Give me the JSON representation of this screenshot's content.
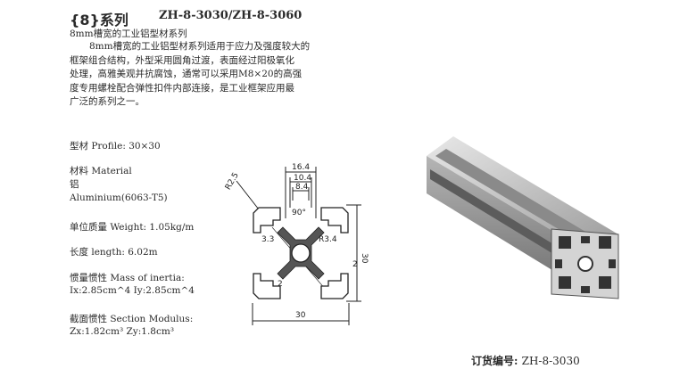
{
  "header": {
    "series_no": "{8}系列",
    "models": "ZH-8-3030/ZH-8-3060",
    "subtitle": "8mm槽宽的工业铝型材系列"
  },
  "description": [
    "8mm槽宽的工业铝型材系列适用于应力及强度较大的",
    "框架组合结构，外型采用圆角过渡，表面经过阳极氧化",
    "处理，高雅美观并抗腐蚀，通常可以采用M8×20的高强",
    "度专用螺栓配合弹性扣件内部连接，是工业框架应用最",
    "广泛的系列之一。"
  ],
  "specs": {
    "profile": "型材 Profile: 30×30",
    "material_label": "材料 Material",
    "material_cn": "铝",
    "material_en": "Aluminium(6063-T5)",
    "weight": "单位质量  Weight: 1.05kg/m",
    "length": "长度  length: 6.02m",
    "inertia_label": "惯量惯性 Mass of inertia:",
    "inertia_values": "Ix:2.85cm^4    Iy:2.85cm^4",
    "modulus_label": "截面惯性 Section Modulus:",
    "modulus_values": "Zx:1.82cm³      Zy:1.8cm³"
  },
  "dimensions": {
    "d_16_4": "16.4",
    "d_10_4": "10.4",
    "d_8_4": "8.4",
    "r2_5": "R2.5",
    "angle": "90°",
    "d_3_3": "3.3",
    "r3_4": "R3.4",
    "d_2a": "2",
    "d_2b": "2",
    "d_30_w": "30",
    "d_30_h": "30"
  },
  "order": {
    "label": "订货编号:",
    "code": "ZH-8-3030"
  }
}
